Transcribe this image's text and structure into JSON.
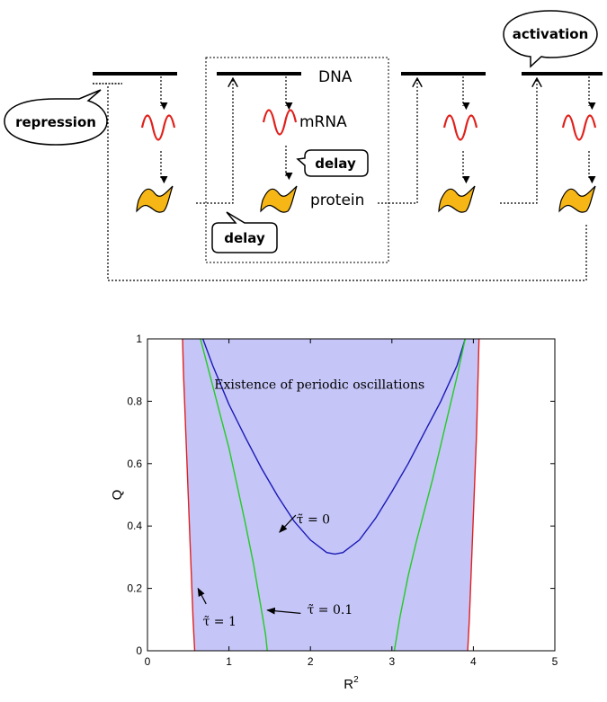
{
  "diagram": {
    "dna_label": "DNA",
    "mrna_label": "mRNA",
    "protein_label": "protein",
    "repression_label": "repression",
    "activation_label": "activation",
    "delay_top_label": "delay",
    "delay_bottom_label": "delay",
    "colors": {
      "mrna": "#e0201b",
      "protein_fill": "#f6b616",
      "protein_stroke": "#000000",
      "line": "#000000"
    }
  },
  "chart_data": {
    "type": "area",
    "title": "",
    "xlabel": "R",
    "xlabel_superscript": "2",
    "ylabel": "Q",
    "xlim": [
      0,
      5
    ],
    "ylim": [
      0,
      1
    ],
    "xticks": [
      "0",
      "1",
      "2",
      "3",
      "4",
      "5"
    ],
    "yticks": [
      "0",
      "0.2",
      "0.4",
      "0.6",
      "0.8",
      "1"
    ],
    "grid": false,
    "region_label": "Existence of periodic oscillations",
    "region_color": "#c5c5f8",
    "series": [
      {
        "name": "τ̃ = 0",
        "color": "#1a1ab5",
        "branches": [
          {
            "x": [
              0.68,
              0.8,
              1.0,
              1.2,
              1.4,
              1.6,
              1.8,
              2.0,
              2.2,
              2.3,
              2.4,
              2.6,
              2.8,
              3.0,
              3.2,
              3.4,
              3.6,
              3.8,
              3.9
            ],
            "y": [
              1.0,
              0.915,
              0.79,
              0.685,
              0.585,
              0.495,
              0.415,
              0.355,
              0.315,
              0.31,
              0.315,
              0.355,
              0.425,
              0.51,
              0.6,
              0.7,
              0.8,
              0.915,
              1.0
            ]
          }
        ]
      },
      {
        "name": "τ̃ = 0.1",
        "color": "#22cc22",
        "branches": [
          {
            "x": [
              0.65,
              0.8,
              0.9,
              1.0,
              1.1,
              1.2,
              1.3,
              1.4,
              1.45,
              1.47
            ],
            "y": [
              1.0,
              0.85,
              0.75,
              0.65,
              0.53,
              0.41,
              0.28,
              0.13,
              0.05,
              0.0
            ]
          },
          {
            "x": [
              3.03,
              3.1,
              3.2,
              3.3,
              3.4,
              3.5,
              3.6,
              3.7,
              3.8,
              3.9
            ],
            "y": [
              0.0,
              0.11,
              0.24,
              0.35,
              0.45,
              0.55,
              0.66,
              0.77,
              0.88,
              1.0
            ]
          }
        ]
      },
      {
        "name": "τ̃ = 1",
        "color": "#e02020",
        "branches": [
          {
            "x": [
              0.43,
              0.44,
              0.47,
              0.5,
              0.53,
              0.56,
              0.58
            ],
            "y": [
              1.0,
              0.9,
              0.7,
              0.5,
              0.3,
              0.1,
              0.0
            ]
          },
          {
            "x": [
              3.93,
              3.95,
              3.98,
              4.01,
              4.04,
              4.06,
              4.07
            ],
            "y": [
              0.0,
              0.1,
              0.3,
              0.5,
              0.7,
              0.9,
              1.0
            ]
          }
        ]
      }
    ],
    "annotations": [
      {
        "text": "τ̃ = 0",
        "points_to": [
          1.6,
          0.38
        ]
      },
      {
        "text": "τ̃ = 0.1",
        "points_to": [
          1.45,
          0.13
        ]
      },
      {
        "text": "τ̃ = 1",
        "points_to": [
          0.6,
          0.2
        ]
      }
    ]
  }
}
